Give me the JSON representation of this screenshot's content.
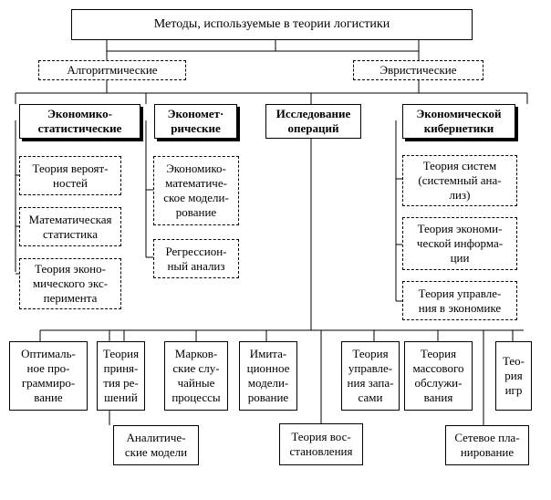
{
  "title": "Методы, используемые в теории логистики",
  "branches": {
    "algorithmic": "Алгоритмические",
    "heuristic": "Эвристические"
  },
  "groups": {
    "econ_stat": {
      "label": "Экономико-\nстатистические",
      "children": [
        "Теория вероят-\nностей",
        "Математическая\nстатистика",
        "Теория эконо-\nмического экс-\nперимента"
      ]
    },
    "econometric": {
      "label": "Экономет·\nрические",
      "children": [
        "Экономико-\nматематиче-\nское модели-\nрование",
        "Регрессион-\nный анализ"
      ]
    },
    "operations_research": {
      "label": "Исследование\nопераций"
    },
    "cybernetics": {
      "label": "Экономической\nкибернетики",
      "children": [
        "Теория систем\n(системный ана-\nлиз)",
        "Теория экономи-\nческой информа-\nции",
        "Теория управле-\nния в экономике"
      ]
    }
  },
  "bottom_methods": [
    "Оптималь-\nное про-\nграммиро-\nвание",
    "Теория\nприня-\nтия ре-\nшений",
    "Марков-\nские слу-\nчайные\nпроцессы",
    "Имита-\nционное\nмодели-\nрование",
    "Теория\nуправле-\nния запа-\nсами",
    "Теория\nмассового\nобслужи-\nвания",
    "Тео-\nрия\nигр"
  ],
  "lower_methods": [
    "Аналитиче-\nские модели",
    "Теория вос-\nстановления",
    "Сетевое пла-\nнирование"
  ]
}
